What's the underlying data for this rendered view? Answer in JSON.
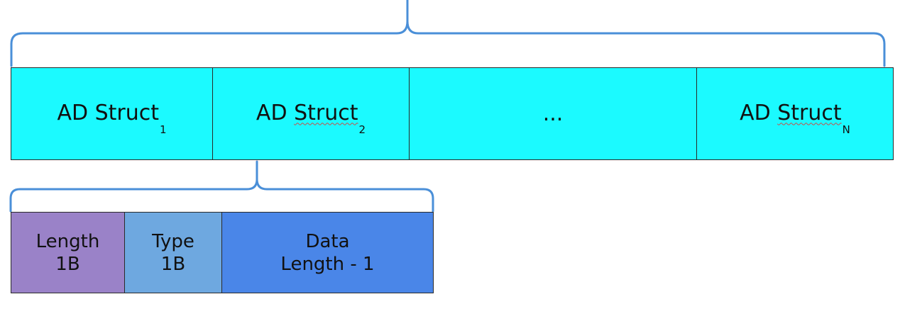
{
  "colors": {
    "brace": "#4a8fd8",
    "ad_struct_fill": "#1bfaff",
    "length_fill": "#9a82c8",
    "type_fill": "#6ea8e0",
    "data_fill": "#4a86e8",
    "border": "#2a2a2a"
  },
  "ad_structs": [
    {
      "name": "AD Struct",
      "subscript": "1",
      "spellcheck_underline": false
    },
    {
      "name": "AD Struct",
      "subscript": "2",
      "spellcheck_underline": true
    },
    {
      "name": "...",
      "subscript": "",
      "spellcheck_underline": false
    },
    {
      "name": "AD Struct",
      "subscript": "N",
      "spellcheck_underline": true
    }
  ],
  "fields": [
    {
      "name": "Length",
      "size": "1B"
    },
    {
      "name": "Type",
      "size": "1B"
    },
    {
      "name": "Data",
      "size": "Length - 1"
    }
  ]
}
